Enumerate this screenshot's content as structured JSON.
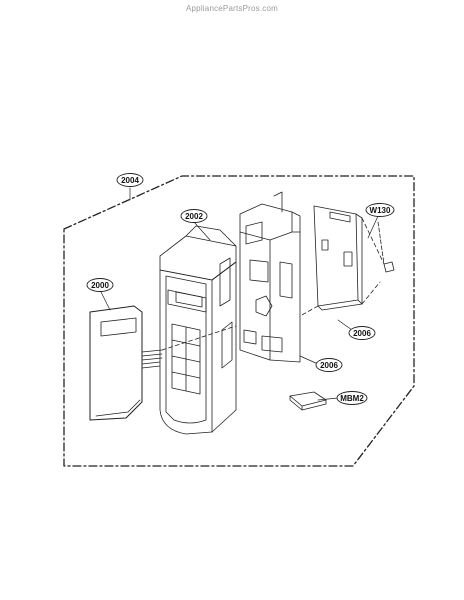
{
  "watermark": "AppliancePartsPros.com",
  "callouts": {
    "c2004": "2004",
    "c2002": "2002",
    "c2000": "2000",
    "cW130": "W130",
    "c2006a": "2006",
    "c2006b": "2006",
    "cMBM2": "MBM2"
  },
  "colors": {
    "line": "#222222",
    "background": "#ffffff",
    "watermark": "#9a9a9a"
  }
}
